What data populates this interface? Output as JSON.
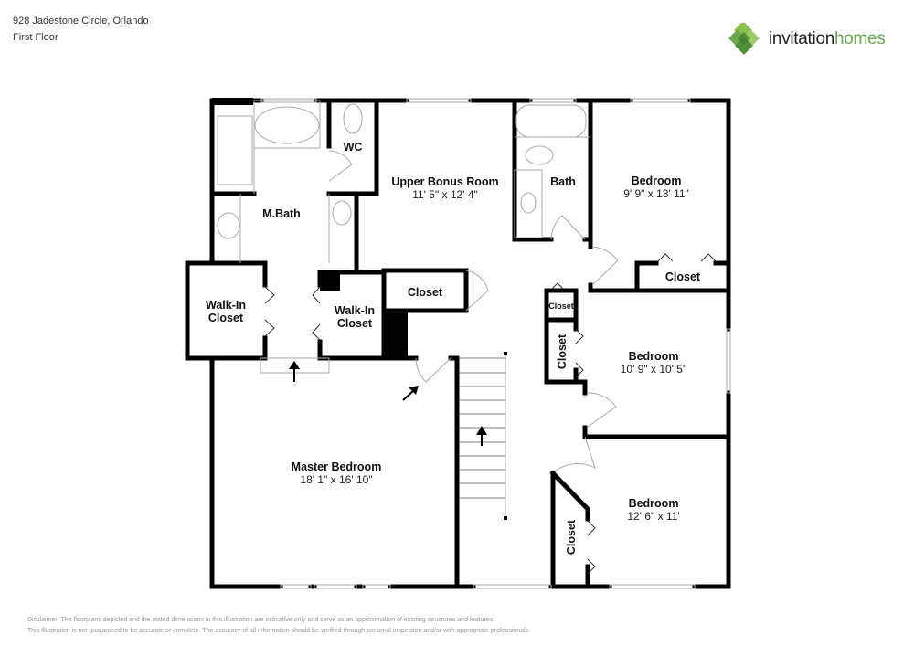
{
  "header": {
    "address": "928 Jadestone Circle, Orlando",
    "floor": "First Floor"
  },
  "logo": {
    "word1": "invitation",
    "word2": "homes",
    "colors": {
      "dark": "#222222",
      "green": "#6aa84f",
      "light_green": "#8bc34a"
    }
  },
  "rooms": {
    "mbath": {
      "name": "M.Bath"
    },
    "wc": {
      "name": "WC"
    },
    "bonus": {
      "name": "Upper Bonus Room",
      "dims": "11' 5\" x 12' 4\""
    },
    "bath": {
      "name": "Bath"
    },
    "bed1": {
      "name": "Bedroom",
      "dims": "9' 9\" x 13' 11\""
    },
    "closet_bed1": {
      "name": "Closet"
    },
    "walkin1": {
      "line1": "Walk-In",
      "line2": "Closet"
    },
    "walkin2": {
      "line1": "Walk-In",
      "line2": "Closet"
    },
    "closet_hall": {
      "name": "Closet"
    },
    "closet_small": {
      "name": "Closet"
    },
    "bed2": {
      "name": "Bedroom",
      "dims": "10' 9\" x 10' 5\""
    },
    "closet_bed2": {
      "name": "Closet"
    },
    "master": {
      "name": "Master Bedroom",
      "dims": "18' 1\" x 16' 10\""
    },
    "bed3": {
      "name": "Bedroom",
      "dims": "12' 6\" x 11'"
    },
    "closet_bed3": {
      "name": "Closet"
    }
  },
  "disclaimer": {
    "line1": "Disclaimer: The floorplans depicted and the stated dimensions in this illustration are indicative only and serve as an approximation of existing structures and features.",
    "line2": "This illustration is not guaranteed to be accurate or complete. The accuracy of all information should be verified through personal inspection and/or with appropriate professionals."
  }
}
